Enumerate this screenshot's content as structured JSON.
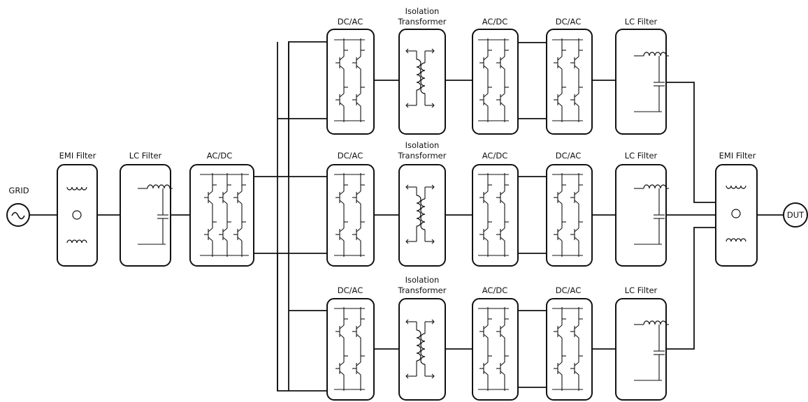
{
  "labels": {
    "grid": "GRID",
    "dut": "DUT",
    "emi_filter": "EMI Filter",
    "lc_filter": "LC Filter",
    "ac_dc": "AC/DC",
    "dc_ac": "DC/AC",
    "isolation": "Isolation",
    "transformer": "Transformer"
  }
}
